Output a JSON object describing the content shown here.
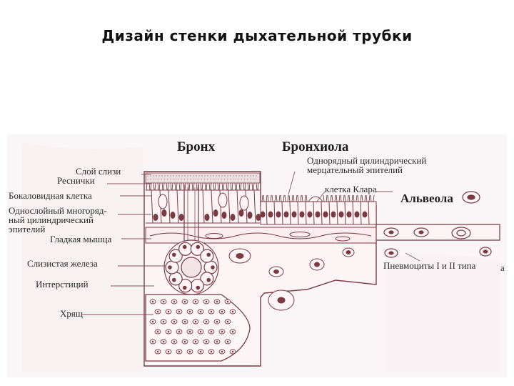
{
  "slide": {
    "title": "Дизайн стенки дыхательной трубки"
  },
  "diagram": {
    "headers": {
      "bronchus": "Бронх",
      "bronchiole": "Бронхиола",
      "alveolus": "Альвеола"
    },
    "left_labels": {
      "mucus": "Слой слизи",
      "cilia": "Реснички",
      "goblet": "Бокаловидная клетка",
      "epithelium_1": "Однослойный многоряд-",
      "epithelium_2": "ный цилиндрический",
      "epithelium_3": "эпителий",
      "smooth_muscle": "Гладкая мышца",
      "gland": "Слизистая железа",
      "interstitium": "Интерстиций",
      "cartilage": "Хрящ"
    },
    "right_labels": {
      "bronchiole_epi_1": "Однорядный цилиндрический",
      "bronchiole_epi_2": "мерцательный эпителий",
      "clara": "клетка Клара",
      "pneumocytes": "Пневмоциты I и II типа",
      "pneumocytes_tail": "а"
    },
    "colors": {
      "ink": "#7a3a44",
      "ink_light": "#a66670",
      "fill": "#fdf4f6",
      "bg_faint": "#efe3e6"
    }
  }
}
